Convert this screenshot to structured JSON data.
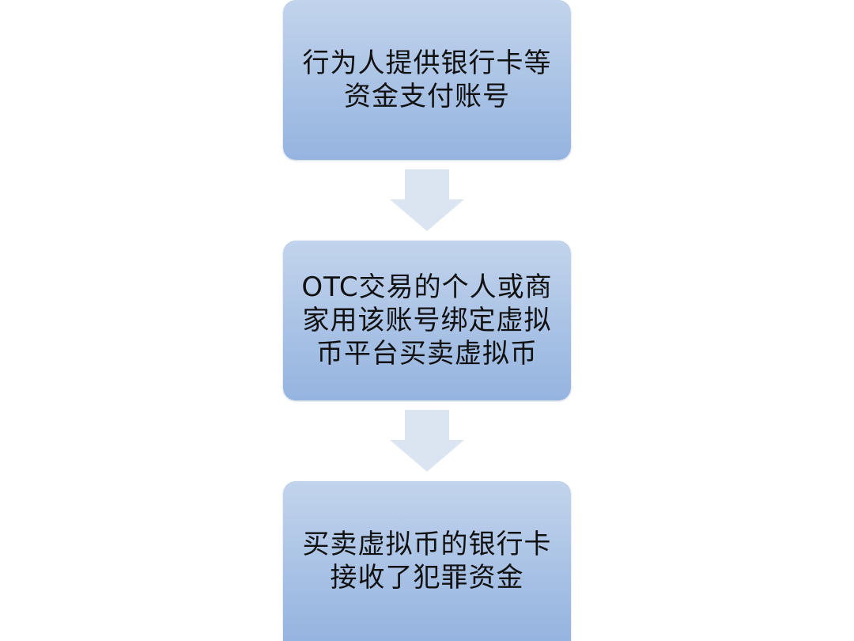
{
  "diagram": {
    "steps": [
      {
        "text": "行为人提供银行卡等\n资金支付账号"
      },
      {
        "text": "OTC交易的个人或商\n家用该账号绑定虚拟\n币平台买卖虚拟币"
      },
      {
        "text": "买卖虚拟币的银行卡\n接收了犯罪资金"
      }
    ],
    "colors": {
      "box_top": "#c2d4ec",
      "box_bottom": "#95b4df",
      "arrow": "#dbe4f1",
      "text": "#111111"
    },
    "arrow_icon": "down-arrow-icon"
  }
}
